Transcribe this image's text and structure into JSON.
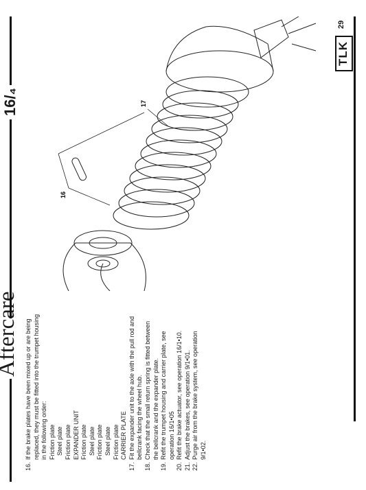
{
  "header": {
    "logo": "TLK",
    "page_number": "29"
  },
  "footer": {
    "brand": "Aftercare",
    "section": "16/₄"
  },
  "steps": [
    {
      "num": "16.",
      "text": "If the brake plates have been mixed up or are being replaced, they must be fitted into the trumpet housing in the following order:",
      "list": [
        {
          "t": "Friction plate",
          "indent": false
        },
        {
          "t": "Steel plate",
          "indent": true
        },
        {
          "t": "Friction plate",
          "indent": false
        },
        {
          "t": "EXPANDER UNIT",
          "indent": false
        },
        {
          "t": "Friction plate",
          "indent": false
        },
        {
          "t": "Steel plate",
          "indent": true
        },
        {
          "t": "Friction plate",
          "indent": false
        },
        {
          "t": "Steel plate",
          "indent": true
        },
        {
          "t": "Friction plate",
          "indent": false
        },
        {
          "t": "CARRIER PLATE",
          "indent": false
        }
      ]
    },
    {
      "num": "17.",
      "text": "Fit the expander unit to the axle with the pull rod and bellcrank facing the wheel hub."
    },
    {
      "num": "18.",
      "text": "Check that the small return spring is fitted between the bellcrank and the expander plate."
    },
    {
      "num": "19.",
      "text": "Refit the trumpet housing and carrier plate, see operation 16/1•05"
    },
    {
      "num": "20.",
      "text": "Refit the brake actuator, see operation 16/1•10."
    },
    {
      "num": "21.",
      "text": "Adjust the brakes, see operation 9/1•01."
    },
    {
      "num": "22.",
      "text": "Purge air from the brake system, see operation 9/1•02."
    }
  ],
  "diagram": {
    "callouts": [
      "16",
      "17"
    ]
  }
}
